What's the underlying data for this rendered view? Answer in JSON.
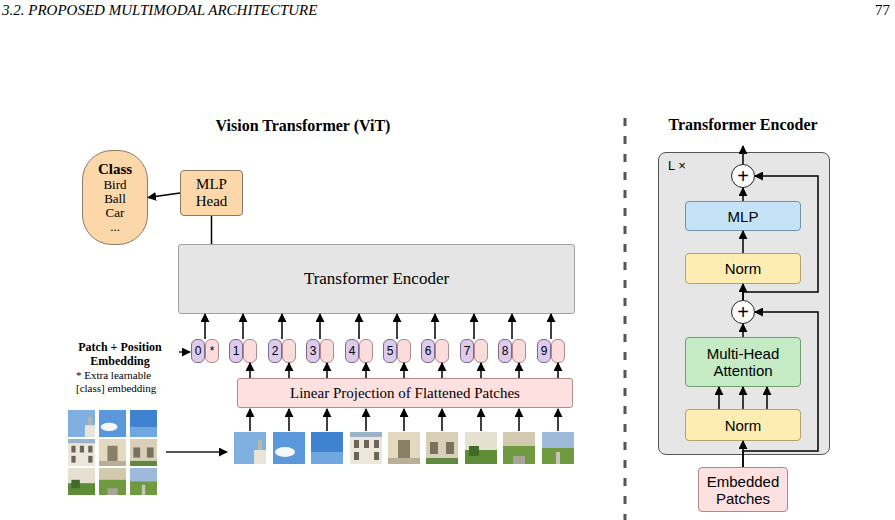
{
  "diagram": {
    "nodes": [
      {
        "text": [
          "Class",
          "Bird Ball Car ..."
        ]
      },
      {
        "text": [
          "MLP Head"
        ]
      },
      {
        "text": [
          "Transformer Encoder"
        ]
      },
      {
        "text": [
          "0",
          "*"
        ]
      },
      {
        "text": [
          "1"
        ]
      },
      {
        "text": [
          "2"
        ]
      },
      {
        "text": [
          "3"
        ]
      },
      {
        "text": [
          "4"
        ]
      },
      {
        "text": [
          "5"
        ]
      },
      {
        "text": [
          "6"
        ]
      },
      {
        "text": [
          "7"
        ]
      },
      {
        "text": [
          "8"
        ]
      },
      {
        "text": [
          "9"
        ]
      },
      {
        "text": [
          "Linear Projection of Flattened Patches"
        ]
      },
      {
        "text": [
          "Transformer Encoder",
          "L ×"
        ]
      },
      {
        "text": [
          "+"
        ],
        "in": 14
      },
      {
        "text": [
          "MLP"
        ],
        "in": 14
      },
      {
        "text": [
          "Norm"
        ],
        "in": 14
      },
      {
        "text": [
          "+"
        ],
        "in": 14
      },
      {
        "text": [
          "Multi-Head Attention"
        ],
        "in": 14
      },
      {
        "text": [
          "Norm"
        ],
        "in": 14
      },
      {
        "text": [
          "Embedded Patches"
        ]
      }
    ],
    "edges": [
      {
        "from": 1,
        "to": 0,
        "arrow": "to"
      },
      {
        "from": 2,
        "to": 1,
        "arrow": "none"
      },
      {
        "from": 3,
        "to": 2,
        "arrow": "to"
      },
      {
        "from": 4,
        "to": 2,
        "arrow": "to"
      },
      {
        "from": 5,
        "to": 2,
        "arrow": "to"
      },
      {
        "from": 6,
        "to": 2,
        "arrow": "to"
      },
      {
        "from": 7,
        "to": 2,
        "arrow": "to"
      },
      {
        "from": 8,
        "to": 2,
        "arrow": "to"
      },
      {
        "from": 9,
        "to": 2,
        "arrow": "to"
      },
      {
        "from": 10,
        "to": 2,
        "arrow": "to"
      },
      {
        "from": 11,
        "to": 2,
        "arrow": "to"
      },
      {
        "from": 12,
        "to": 2,
        "arrow": "to"
      },
      {
        "from": 13,
        "to": 4,
        "arrow": "to"
      },
      {
        "from": 13,
        "to": 5,
        "arrow": "to"
      },
      {
        "from": 13,
        "to": 6,
        "arrow": "to"
      },
      {
        "from": 13,
        "to": 7,
        "arrow": "to"
      },
      {
        "from": 13,
        "to": 8,
        "arrow": "to"
      },
      {
        "from": 13,
        "to": 9,
        "arrow": "to"
      },
      {
        "from": 13,
        "to": 10,
        "arrow": "to"
      },
      {
        "from": 13,
        "to": 11,
        "arrow": "to"
      },
      {
        "from": 13,
        "to": 12,
        "arrow": "to"
      },
      {
        "from": 21,
        "to": 20,
        "arrow": "to"
      },
      {
        "from": 20,
        "to": 19,
        "arrow": "to"
      },
      {
        "from": 19,
        "to": 18,
        "arrow": "to"
      },
      {
        "from": 18,
        "to": 17,
        "arrow": "to"
      },
      {
        "from": 17,
        "to": 16,
        "arrow": "to"
      },
      {
        "from": 16,
        "to": 15,
        "arrow": "to"
      },
      {
        "from": 21,
        "to": 18,
        "arrow": "to"
      },
      {
        "from": 18,
        "to": 15,
        "arrow": "to"
      }
    ],
    "labels": [
      "3.2. PROPOSED MULTIMODAL ARCHITECTURE",
      "77",
      "Vision Transformer (ViT)",
      "Patch + Position Embedding",
      "* Extra learnable [class] embedding"
    ]
  }
}
